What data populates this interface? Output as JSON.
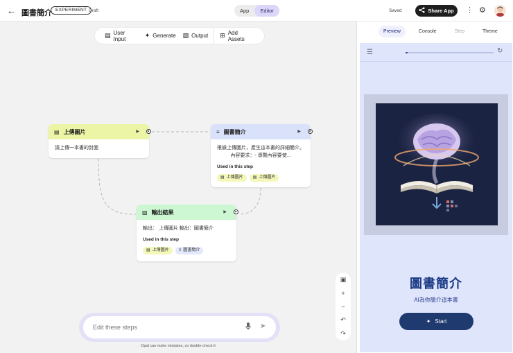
{
  "header": {
    "back_icon": "arrow-left-icon",
    "title": "圖書簡介",
    "badge": "EXPERIMENT",
    "status": "Draft",
    "modes": [
      {
        "label": "App",
        "active": false
      },
      {
        "label": "Editor",
        "active": true
      }
    ],
    "saved": "Saved",
    "share_label": "Share App",
    "accent": "#dcd7fa"
  },
  "toolbar": {
    "items": [
      {
        "icon": "user-input-icon",
        "label": "User Input"
      },
      {
        "icon": "sparkle-icon",
        "label": "Generate"
      },
      {
        "icon": "bar-chart-icon",
        "label": "Output"
      },
      {
        "icon": "add-box-icon",
        "label": "Add Assets"
      }
    ]
  },
  "nodes": {
    "upload": {
      "title": "上傳圖片",
      "body": "請上傳一本書的封面",
      "color": "#ecf5a6"
    },
    "summary": {
      "title": "圖書簡介",
      "body_line1": "根據上傳圖片，產生這本書的詳細簡介。",
      "body_line2": "內容要求：- 導覽內容要使...",
      "used_label": "Used in this step",
      "chips": [
        "上傳圖片",
        "上傳圖片"
      ],
      "color": "#dae1fb"
    },
    "output": {
      "title": "輸出結果",
      "body": "輸出： 上傳圖片 輸出：圖書簡介",
      "used_label": "Used in this step",
      "chips": [
        "上傳圖片",
        "圖書簡介"
      ],
      "color": "#cdf7d2"
    }
  },
  "prompt": {
    "placeholder": "Edit these steps",
    "disclaimer": "Opal can make mistakes, so double-check it"
  },
  "panel": {
    "tabs": [
      {
        "label": "Preview",
        "active": true
      },
      {
        "label": "Console",
        "active": false
      },
      {
        "label": "Step",
        "active": false,
        "disabled": true
      },
      {
        "label": "Theme",
        "active": false
      }
    ],
    "progress": 0.02,
    "app_title": "圖書簡介",
    "app_subtitle": "AI為你簡介這本書",
    "start_label": "Start",
    "brand": "#1e3a6e"
  }
}
